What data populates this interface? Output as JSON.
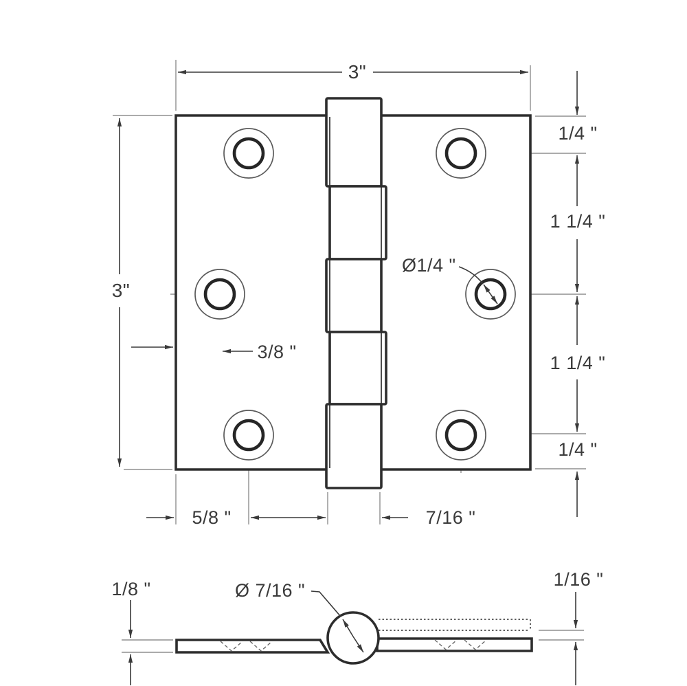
{
  "drawing": {
    "title": "hinge-dimension-drawing",
    "background_color": "#ffffff",
    "outline_color": "#2d2d2d",
    "dimension_color": "#3a3a3a",
    "centerline_color": "#8f8f8f"
  },
  "front_view": {
    "width": "3\"",
    "height": "3\"",
    "top_edge_to_hole": "1/4 \"",
    "upper_hole_spacing": "1 1/4 \"",
    "lower_hole_spacing": "1 1/4 \"",
    "hole_to_bottom_edge": "1/4 \"",
    "edge_to_middle_hole": "3/8 \"",
    "edge_to_end_holes": "5/8 \"",
    "barrel_width": "7/16 \"",
    "screw_hole_diameter": "Ø1/4 \""
  },
  "side_view": {
    "leaf_thickness": "1/8 \"",
    "barrel_diameter": "Ø 7/16 \"",
    "leaf_offset": "1/16 \""
  }
}
